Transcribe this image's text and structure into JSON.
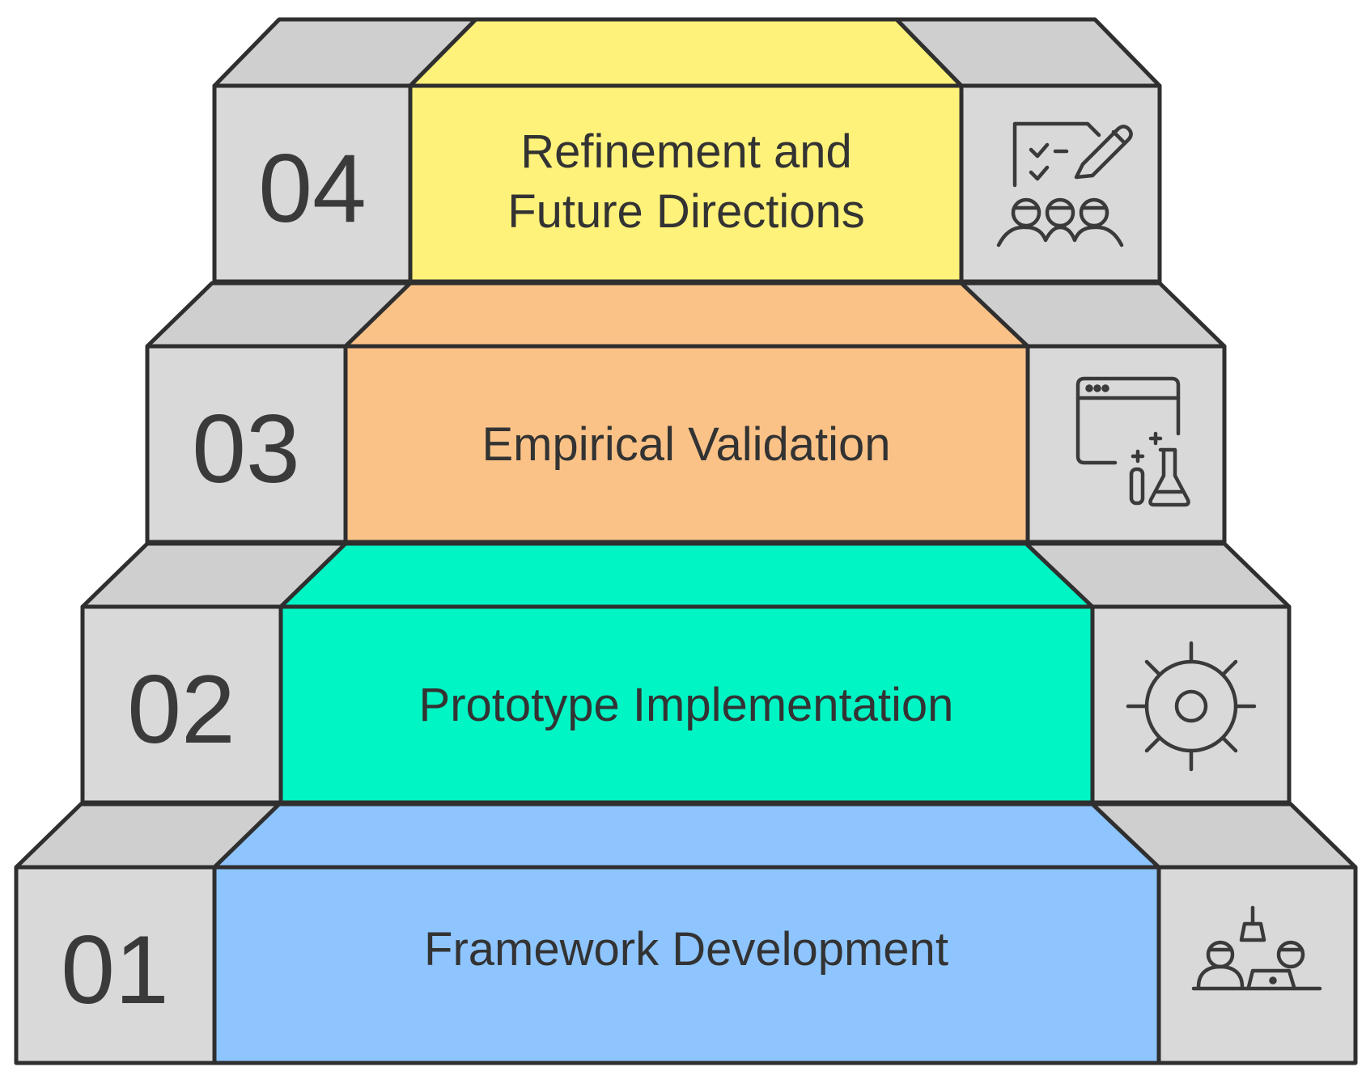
{
  "steps": [
    {
      "number": "01",
      "label_lines": [
        "Framework Development"
      ],
      "icon": "team-meeting-icon",
      "color": "#8ec5ff"
    },
    {
      "number": "02",
      "label_lines": [
        "Prototype Implementation"
      ],
      "icon": "gear-icon",
      "color": "#00f5c4"
    },
    {
      "number": "03",
      "label_lines": [
        "Empirical Validation"
      ],
      "icon": "browser-lab-flask-icon",
      "color": "#fbc287"
    },
    {
      "number": "04",
      "label_lines": [
        "Refinement and",
        "Future Directions"
      ],
      "icon": "checklist-team-icon",
      "color": "#fff27a"
    }
  ],
  "colors": {
    "outline": "#2f2f2f",
    "side_block": "#d9d9d9",
    "side_block_top": "#cfcfcf",
    "text": "#333333"
  }
}
